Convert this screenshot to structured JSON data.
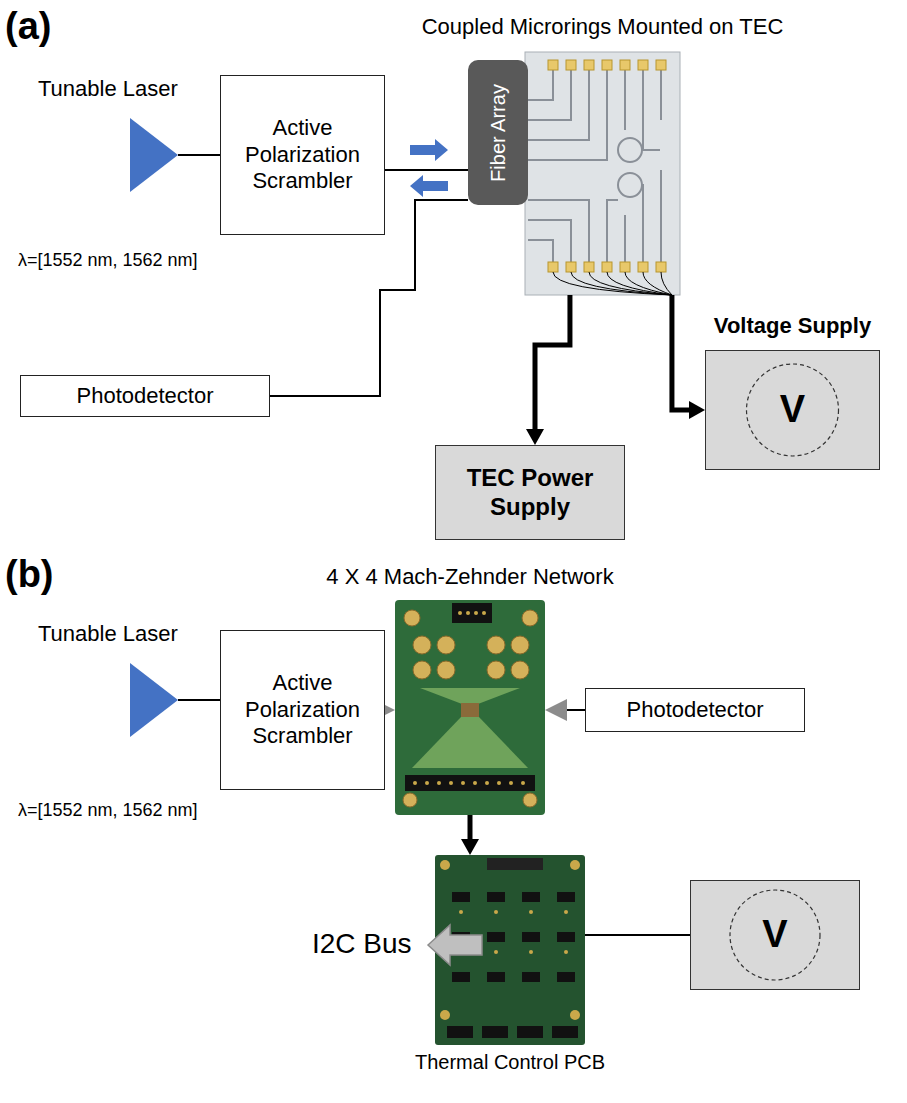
{
  "diagram": {
    "nodes": [
      {
        "text": [
          "Tunable Laser"
        ]
      },
      {
        "text": [
          "Active Polarization Scrambler"
        ]
      },
      {
        "text": [
          "Fiber Array"
        ]
      },
      {
        "text": [
          "Coupled Microrings Mounted on TEC"
        ]
      },
      {
        "text": [
          "Photodetector"
        ]
      },
      {
        "text": [
          "TEC Power Supply"
        ]
      },
      {
        "text": [
          "Voltage Supply",
          "V"
        ]
      },
      {
        "text": [
          "Tunable Laser"
        ]
      },
      {
        "text": [
          "Active Polarization Scrambler"
        ]
      },
      {
        "text": [
          "4 X 4 Mach-Zehnder Network"
        ]
      },
      {
        "text": [
          "Photodetector"
        ]
      },
      {
        "text": [
          "Thermal Control PCB"
        ]
      },
      {
        "text": [
          "V"
        ]
      }
    ],
    "edges": [
      {
        "from": 0,
        "to": 1,
        "arrow": "none"
      },
      {
        "from": 1,
        "to": 2,
        "arrow": "none"
      },
      {
        "from": 2,
        "to": 4,
        "arrow": "none"
      },
      {
        "from": 3,
        "to": 5,
        "arrow": "to"
      },
      {
        "from": 3,
        "to": 6,
        "arrow": "to"
      },
      {
        "from": 7,
        "to": 8,
        "arrow": "none"
      },
      {
        "from": 8,
        "to": 9,
        "arrow": "to"
      },
      {
        "from": 10,
        "to": 9,
        "arrow": "to"
      },
      {
        "from": 9,
        "to": 11,
        "arrow": "to"
      },
      {
        "from": 12,
        "to": 11,
        "arrow": "none"
      }
    ],
    "labels": [
      "(a)",
      "λ=[1552 nm, 1562 nm]",
      "(b)",
      "λ=[1552 nm, 1562 nm]",
      "I2C Bus"
    ]
  }
}
